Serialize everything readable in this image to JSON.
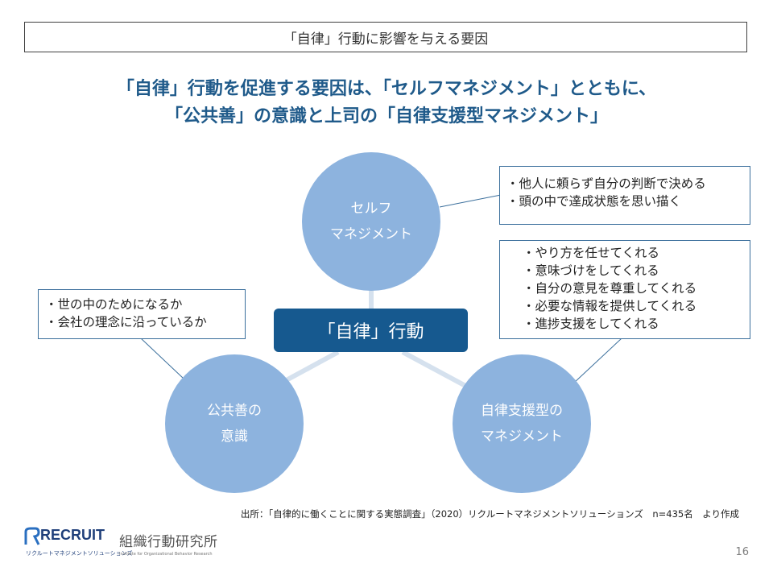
{
  "title": "「自律」行動に影響を与える要因",
  "headline": {
    "line1": "「自律」行動を促進する要因は、「セルフマネジメント」とともに、",
    "line2": "「公共善」の意識と上司の「自律支援型マネジメント」"
  },
  "center": {
    "label": "「自律」行動"
  },
  "factors": {
    "self_management": {
      "line1": "セルフ",
      "line2": "マネジメント"
    },
    "public_good": {
      "line1": "公共善の",
      "line2": "意識"
    },
    "autonomy_support": {
      "line1": "自律支援型の",
      "line2": "マネジメント"
    }
  },
  "notes": {
    "self_management": [
      "・他人に頼らず自分の判断で決める",
      "・頭の中で達成状態を思い描く"
    ],
    "public_good": [
      "・世の中のためになるか",
      "・会社の理念に沿っているか"
    ],
    "autonomy_support": [
      "・やり方を任せてくれる",
      "・意味づけをしてくれる",
      "・自分の意見を尊重してくれる",
      "・必要な情報を提供してくれる",
      "・進捗支援をしてくれる"
    ]
  },
  "source": "出所：「自律的に働くことに関する実態調査」（2020）リクルートマネジメントソリューションズ　n=435名　より作成",
  "page_number": "16",
  "logos": {
    "recruit": {
      "word": "RECRUIT",
      "sub": "リクルートマネジメントソリューションズ"
    },
    "institute": {
      "name": "組織行動研究所",
      "sub": "Institute for Organizational Behavior Research"
    }
  },
  "colors": {
    "headline": "#1f5a8a",
    "circle_fill": "#8db3de",
    "center_fill": "#16598f",
    "connector": "#d5e1ee",
    "callout_border": "#3b6f9c"
  }
}
